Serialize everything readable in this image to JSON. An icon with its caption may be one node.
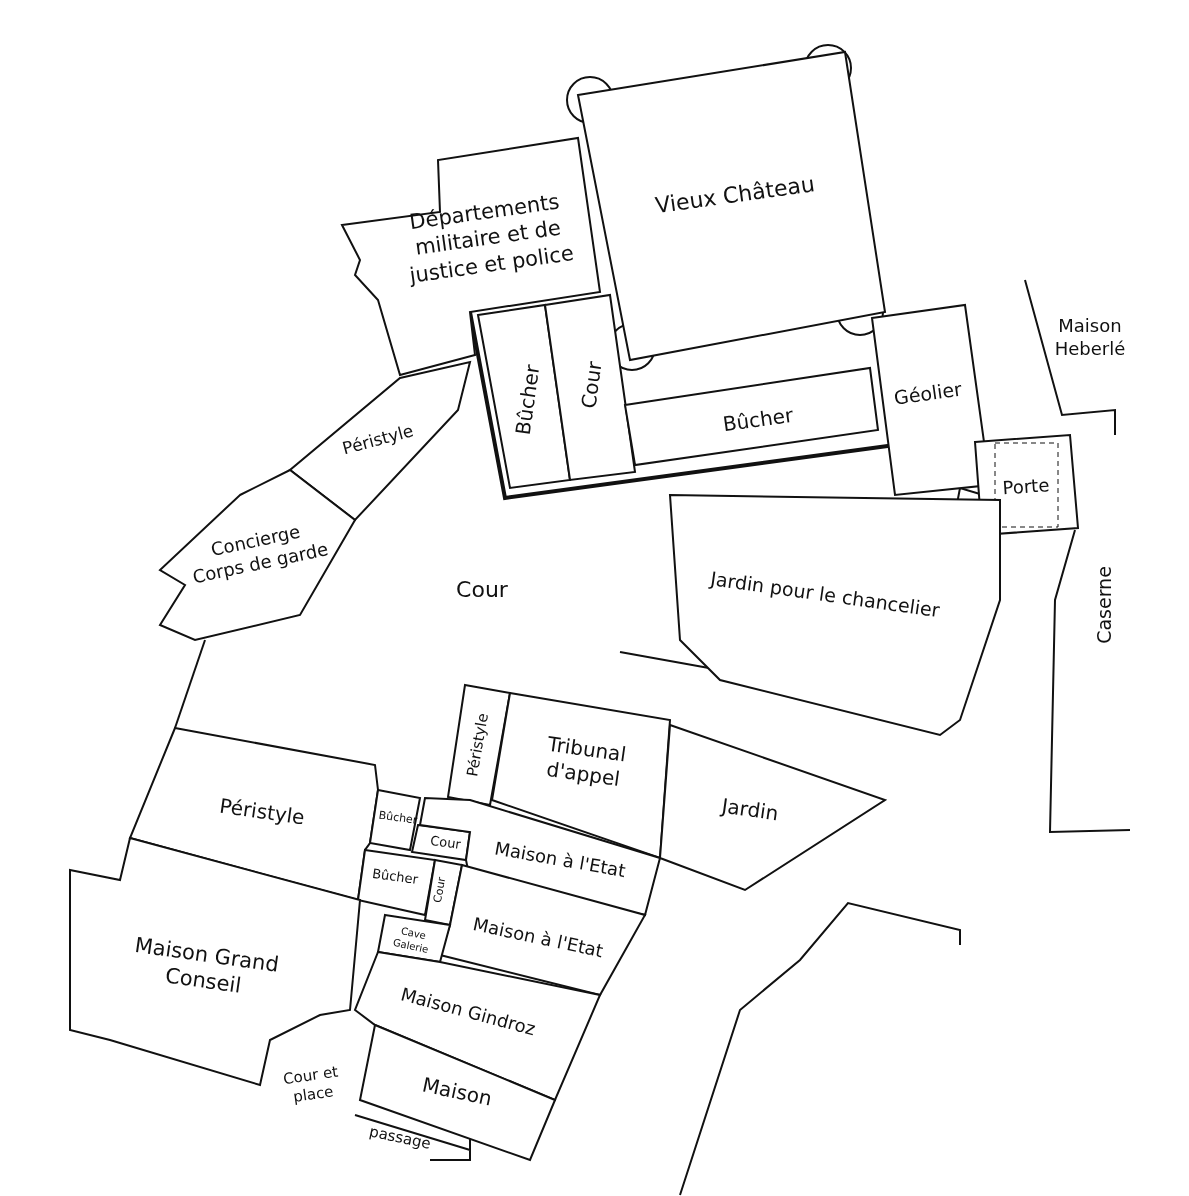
{
  "diagram": {
    "nodes": [
      {
        "text": [
          "Départements militaire et de justice et police"
        ]
      },
      {
        "text": [
          "Vieux Château"
        ]
      },
      {
        "text": [
          "Bûcher"
        ]
      },
      {
        "text": [
          "Cour"
        ]
      },
      {
        "text": [
          "Bûcher"
        ]
      },
      {
        "text": [
          "Géolier"
        ]
      },
      {
        "text": [
          "Porte"
        ]
      },
      {
        "text": [
          "Péristyle"
        ]
      },
      {
        "text": [
          "Concierge Corps de garde"
        ]
      },
      {
        "text": [
          "Jardin pour le chancelier"
        ]
      },
      {
        "text": [
          "Péristyle"
        ]
      },
      {
        "text": [
          "Tribunal d'appel"
        ]
      },
      {
        "text": [
          "Jardin"
        ]
      },
      {
        "text": [
          "Péristyle"
        ]
      },
      {
        "text": [
          "Bûcher"
        ]
      },
      {
        "text": [
          "Cour"
        ]
      },
      {
        "text": [
          "Maison à l'Etat"
        ]
      },
      {
        "text": [
          "Bûcher"
        ]
      },
      {
        "text": [
          "Cour"
        ]
      },
      {
        "text": [
          "Maison à l'Etat"
        ]
      },
      {
        "text": [
          "Cave Galerie"
        ]
      },
      {
        "text": [
          "Maison Grand Conseil"
        ]
      },
      {
        "text": [
          "Maison Gindroz"
        ]
      },
      {
        "text": [
          "Maison"
        ]
      }
    ],
    "labels": [
      "Maison Heberlé",
      "Cour",
      "Caserne",
      "Cour et place",
      "passage"
    ]
  }
}
